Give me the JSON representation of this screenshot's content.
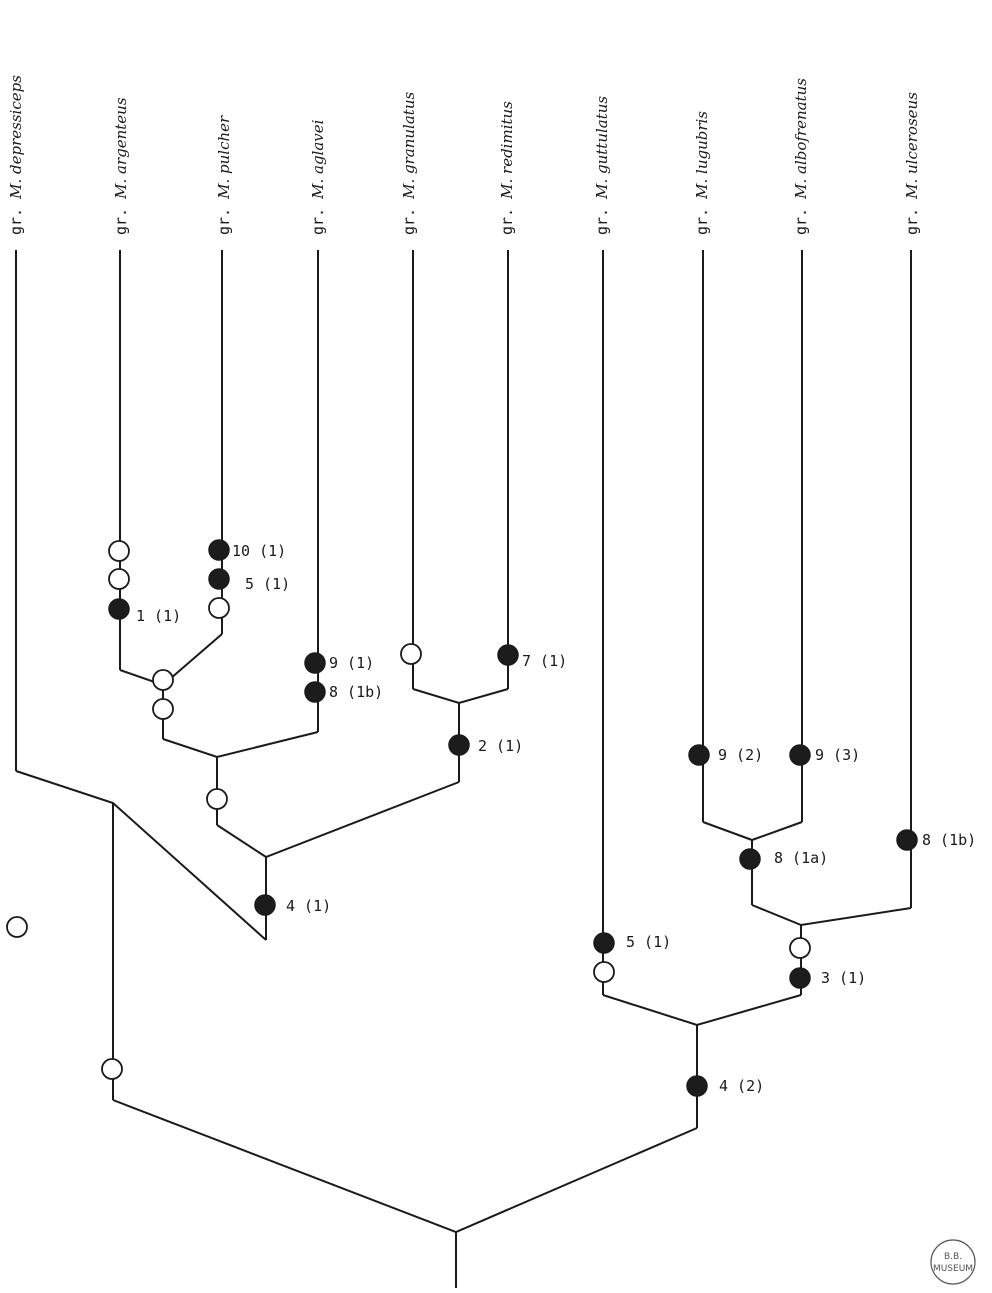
{
  "taxa": [
    {
      "prefix": "gr. ",
      "name": "M. depressiceps"
    },
    {
      "prefix": "gr. ",
      "name": "M. argenteus"
    },
    {
      "prefix": "gr. ",
      "name": "M. pulcher"
    },
    {
      "prefix": "gr. ",
      "name": "M. aglavei"
    },
    {
      "prefix": "gr. ",
      "name": "M. granulatus"
    },
    {
      "prefix": "gr. ",
      "name": "M. redimitus"
    },
    {
      "prefix": "gr. ",
      "name": "M. guttulatus"
    },
    {
      "prefix": "gr. ",
      "name": "M. lugubris"
    },
    {
      "prefix": "gr. ",
      "name": "M. albofrenatus"
    },
    {
      "prefix": "gr. ",
      "name": "M. ulceroseus"
    }
  ],
  "character_labels": {
    "argenteus_1": "1 (1)",
    "pulcher_10": "10 (1)",
    "pulcher_5": "5 (1)",
    "aglavei_9": "9 (1)",
    "aglavei_8": "8 (1b)",
    "redimitus_7": "7 (1)",
    "granulatus_redimitus_2": "2 (1)",
    "lugubris_9": "9 (2)",
    "albofrenatus_9": "9 (3)",
    "lugubris_albofrenatus_8": "8 (1a)",
    "ulceroseus_8": "8 (1b)",
    "clade_a_4": "4 (1)",
    "guttulatus_5": "5 (1)",
    "clade_b_3": "3 (1)",
    "clade_c_4": "4 (2)"
  },
  "stamp": {
    "line1": "B.B.",
    "line2": "MUSEUM"
  },
  "colors": {
    "line": "#1a1a1a",
    "filled": "#1c1c1c",
    "open": "#ffffff"
  }
}
